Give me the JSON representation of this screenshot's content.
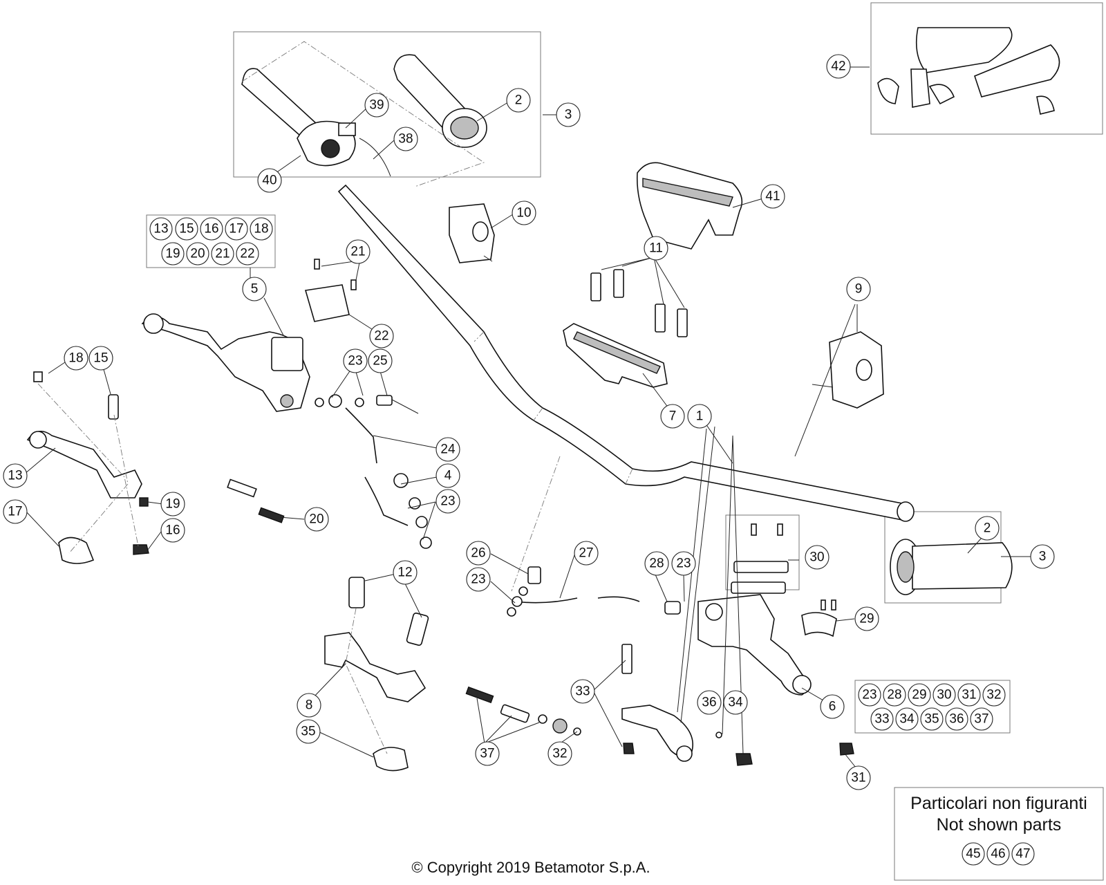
{
  "diagram": {
    "copyright": "© Copyright 2019 Betamotor S.p.A.",
    "not_shown": {
      "title_it": "Particolari non figuranti",
      "title_en": "Not shown parts",
      "parts": [
        "45",
        "46",
        "47"
      ]
    },
    "groups": {
      "lever_group_5": [
        "13",
        "15",
        "16",
        "17",
        "18",
        "19",
        "20",
        "21",
        "22"
      ],
      "lever_group_6": [
        "23",
        "28",
        "29",
        "30",
        "31",
        "32",
        "33",
        "34",
        "35",
        "36",
        "37"
      ]
    },
    "callouts": [
      {
        "id": "c1",
        "label": "1"
      },
      {
        "id": "c2a",
        "label": "2"
      },
      {
        "id": "c2b",
        "label": "2"
      },
      {
        "id": "c3a",
        "label": "3"
      },
      {
        "id": "c3b",
        "label": "3"
      },
      {
        "id": "c4",
        "label": "4"
      },
      {
        "id": "c5",
        "label": "5"
      },
      {
        "id": "c6",
        "label": "6"
      },
      {
        "id": "c7",
        "label": "7"
      },
      {
        "id": "c8",
        "label": "8"
      },
      {
        "id": "c9",
        "label": "9"
      },
      {
        "id": "c10",
        "label": "10"
      },
      {
        "id": "c11",
        "label": "11"
      },
      {
        "id": "c12",
        "label": "12"
      },
      {
        "id": "c13",
        "label": "13"
      },
      {
        "id": "c15",
        "label": "15"
      },
      {
        "id": "c16",
        "label": "16"
      },
      {
        "id": "c17",
        "label": "17"
      },
      {
        "id": "c18",
        "label": "18"
      },
      {
        "id": "c19",
        "label": "19"
      },
      {
        "id": "c20",
        "label": "20"
      },
      {
        "id": "c21",
        "label": "21"
      },
      {
        "id": "c22",
        "label": "22"
      },
      {
        "id": "c23a",
        "label": "23"
      },
      {
        "id": "c23b",
        "label": "23"
      },
      {
        "id": "c23c",
        "label": "23"
      },
      {
        "id": "c23d",
        "label": "23"
      },
      {
        "id": "c24",
        "label": "24"
      },
      {
        "id": "c25",
        "label": "25"
      },
      {
        "id": "c26",
        "label": "26"
      },
      {
        "id": "c27",
        "label": "27"
      },
      {
        "id": "c28",
        "label": "28"
      },
      {
        "id": "c29",
        "label": "29"
      },
      {
        "id": "c30",
        "label": "30"
      },
      {
        "id": "c31",
        "label": "31"
      },
      {
        "id": "c32",
        "label": "32"
      },
      {
        "id": "c33",
        "label": "33"
      },
      {
        "id": "c34",
        "label": "34"
      },
      {
        "id": "c35",
        "label": "35"
      },
      {
        "id": "c36",
        "label": "36"
      },
      {
        "id": "c37",
        "label": "37"
      },
      {
        "id": "c38",
        "label": "38"
      },
      {
        "id": "c39",
        "label": "39"
      },
      {
        "id": "c40",
        "label": "40"
      },
      {
        "id": "c41",
        "label": "41"
      },
      {
        "id": "c42",
        "label": "42"
      }
    ]
  }
}
